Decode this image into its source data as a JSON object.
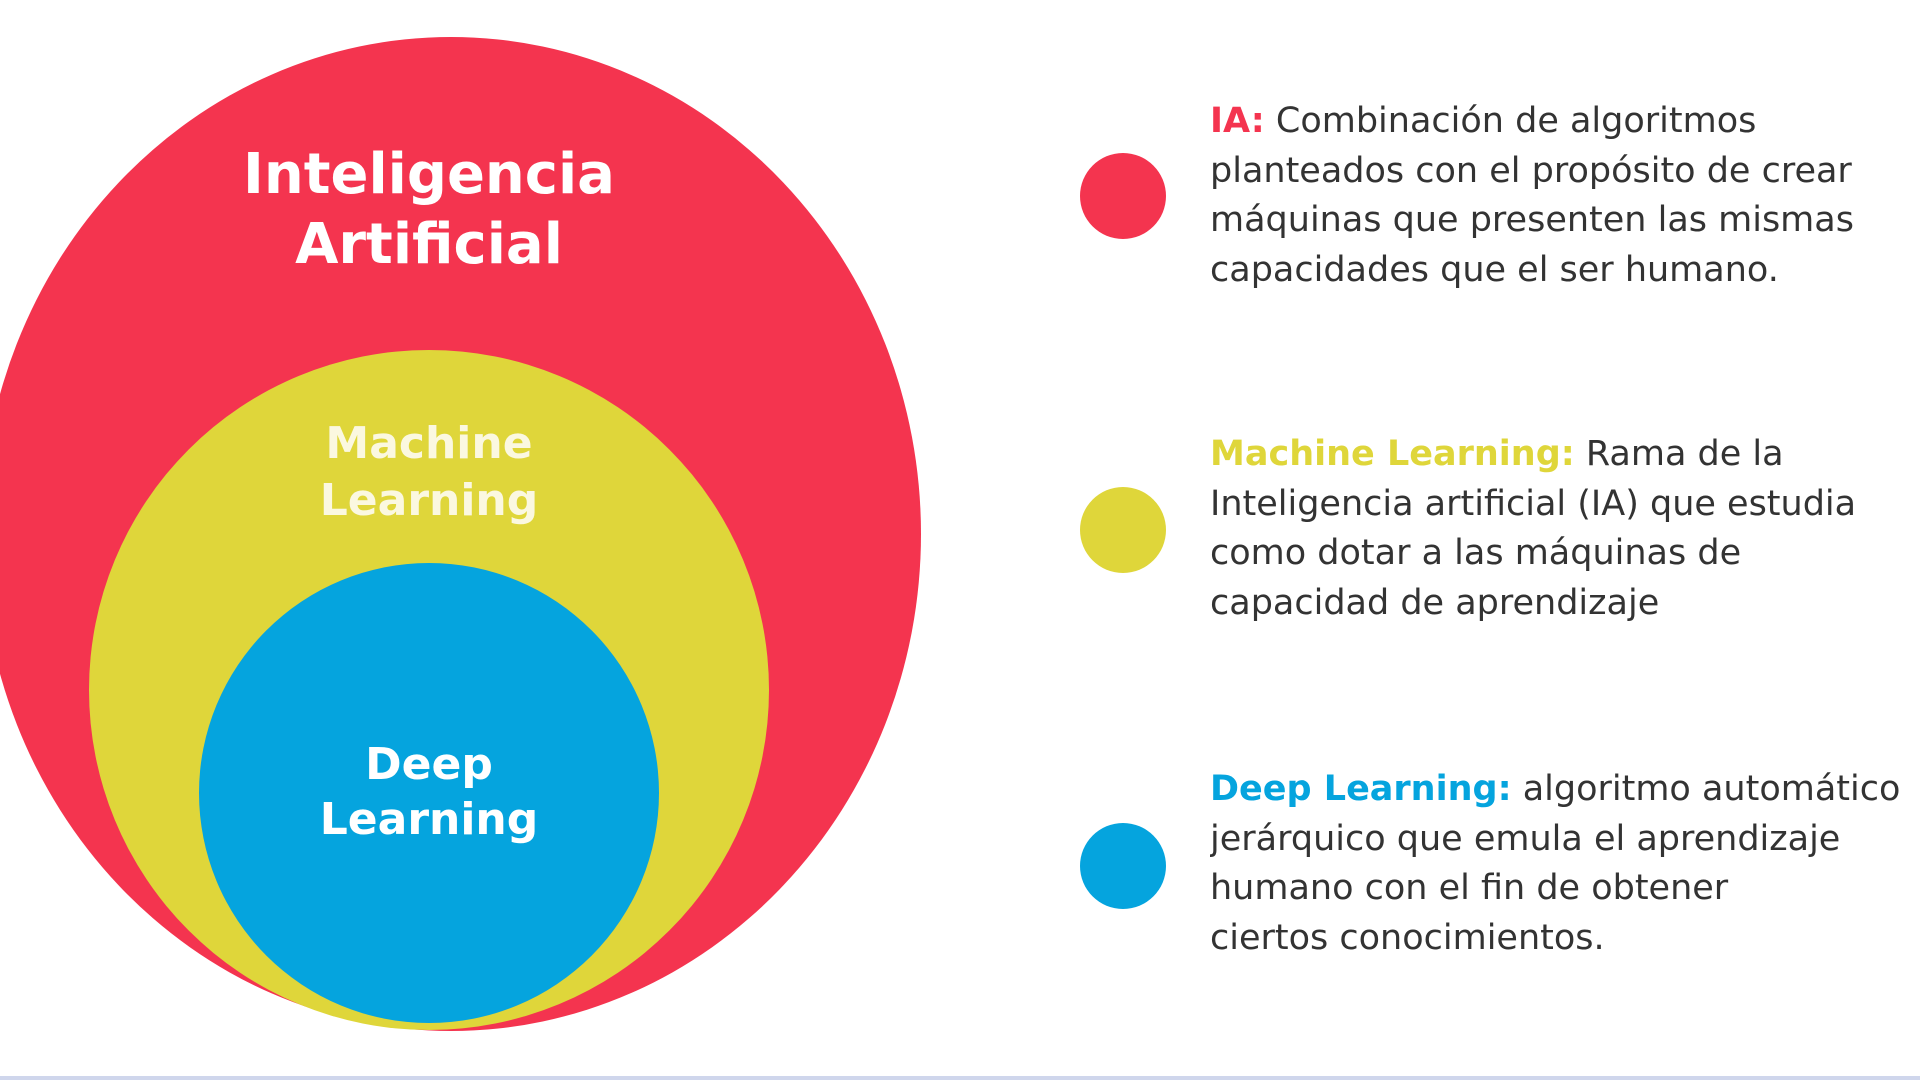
{
  "diagram": {
    "circles": [
      {
        "label_lines": [
          "Inteligencia",
          "Artificial"
        ],
        "color": "#f4344f"
      },
      {
        "label_lines": [
          "Machine",
          "Learning"
        ],
        "color": "#dfd63a"
      },
      {
        "label_lines": [
          "Deep",
          "Learning"
        ],
        "color": "#05a4de"
      }
    ]
  },
  "legend": [
    {
      "term": "IA:",
      "color": "#f4344f",
      "lines": [
        " Combinación de algoritmos",
        "planteados con el propósito de crear",
        "máquinas que presenten las mismas",
        "capacidades que el ser humano."
      ]
    },
    {
      "term": "Machine Learning:",
      "color": "#dfd63a",
      "lines": [
        " Rama de la",
        "Inteligencia artificial (IA) que estudia",
        "como dotar a las máquinas de",
        "capacidad de aprendizaje"
      ]
    },
    {
      "term": "Deep Learning:",
      "color": "#05a4de",
      "lines": [
        " algoritmo automático",
        "jerárquico que emula el aprendizaje",
        "humano con el fin de obtener",
        "ciertos conocimientos."
      ]
    }
  ]
}
